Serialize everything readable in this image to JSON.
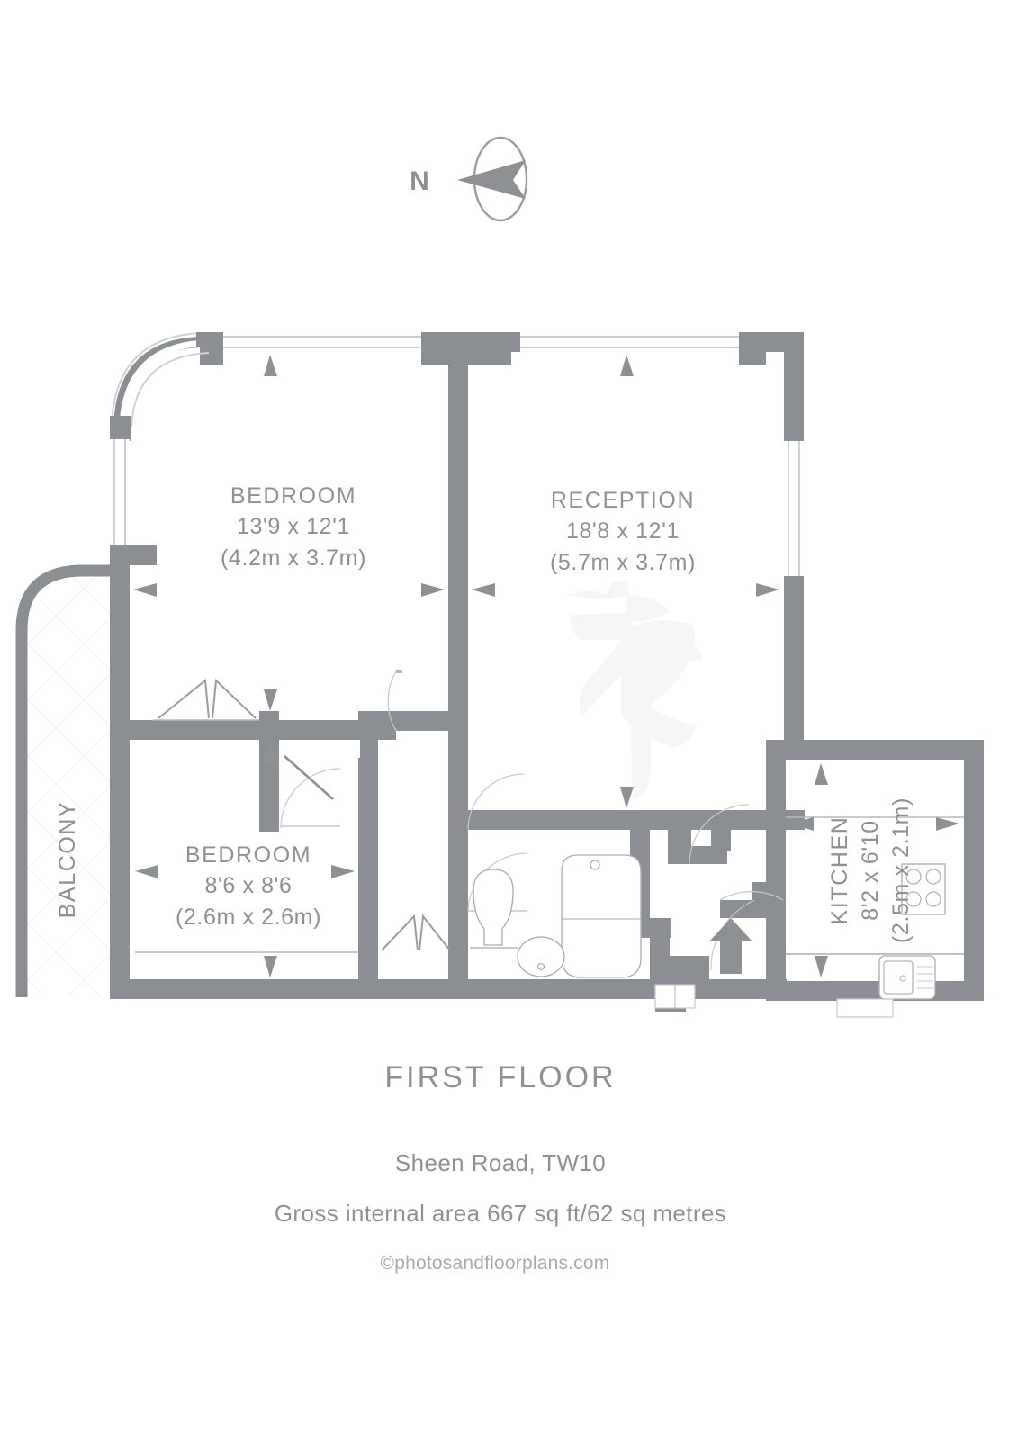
{
  "document": {
    "type": "floor-plan",
    "floor_title": "FIRST FLOOR",
    "address": "Sheen Road, TW10",
    "area_text": "Gross internal area 667 sq ft/62 sq metres",
    "copyright": "©photosandfloorplans.com"
  },
  "compass": {
    "label": "N",
    "direction": "west-pointing-arrow"
  },
  "rooms": [
    {
      "id": "bedroom-main",
      "name": "BEDROOM",
      "dim_imperial": "13'9 x 12'1",
      "dim_metric": "(4.2m x 3.7m)"
    },
    {
      "id": "reception",
      "name": "RECEPTION",
      "dim_imperial": "18'8 x 12'1",
      "dim_metric": "(5.7m x 3.7m)"
    },
    {
      "id": "bedroom-second",
      "name": "BEDROOM",
      "dim_imperial": "8'6 x 8'6",
      "dim_metric": "(2.6m x 2.6m)"
    },
    {
      "id": "kitchen",
      "name": "KITCHEN",
      "dim_imperial": "8'2 x 6'10",
      "dim_metric": "(2.5m x 2.1m)",
      "rotated": true
    },
    {
      "id": "balcony",
      "name": "BALCONY",
      "dim_imperial": "",
      "dim_metric": "",
      "rotated": true
    }
  ],
  "fixtures": [
    {
      "name": "bath-tub",
      "room": "bathroom"
    },
    {
      "name": "wc-toilet",
      "room": "bathroom"
    },
    {
      "name": "wash-basin",
      "room": "bathroom"
    },
    {
      "name": "kitchen-sink",
      "room": "kitchen"
    },
    {
      "name": "kitchen-hob",
      "room": "kitchen"
    },
    {
      "name": "wardrobe-main-bedroom",
      "room": "bedroom-main"
    },
    {
      "name": "wardrobe-second-bedroom",
      "room": "bedroom-second"
    },
    {
      "name": "entrance-arrow",
      "room": "hallway"
    }
  ],
  "colors": {
    "wall": "#8b8e92",
    "text": "#8e9194",
    "fixture_stroke": "#a9acb0",
    "door_swing": "#c6c9cc",
    "background": "#ffffff"
  }
}
